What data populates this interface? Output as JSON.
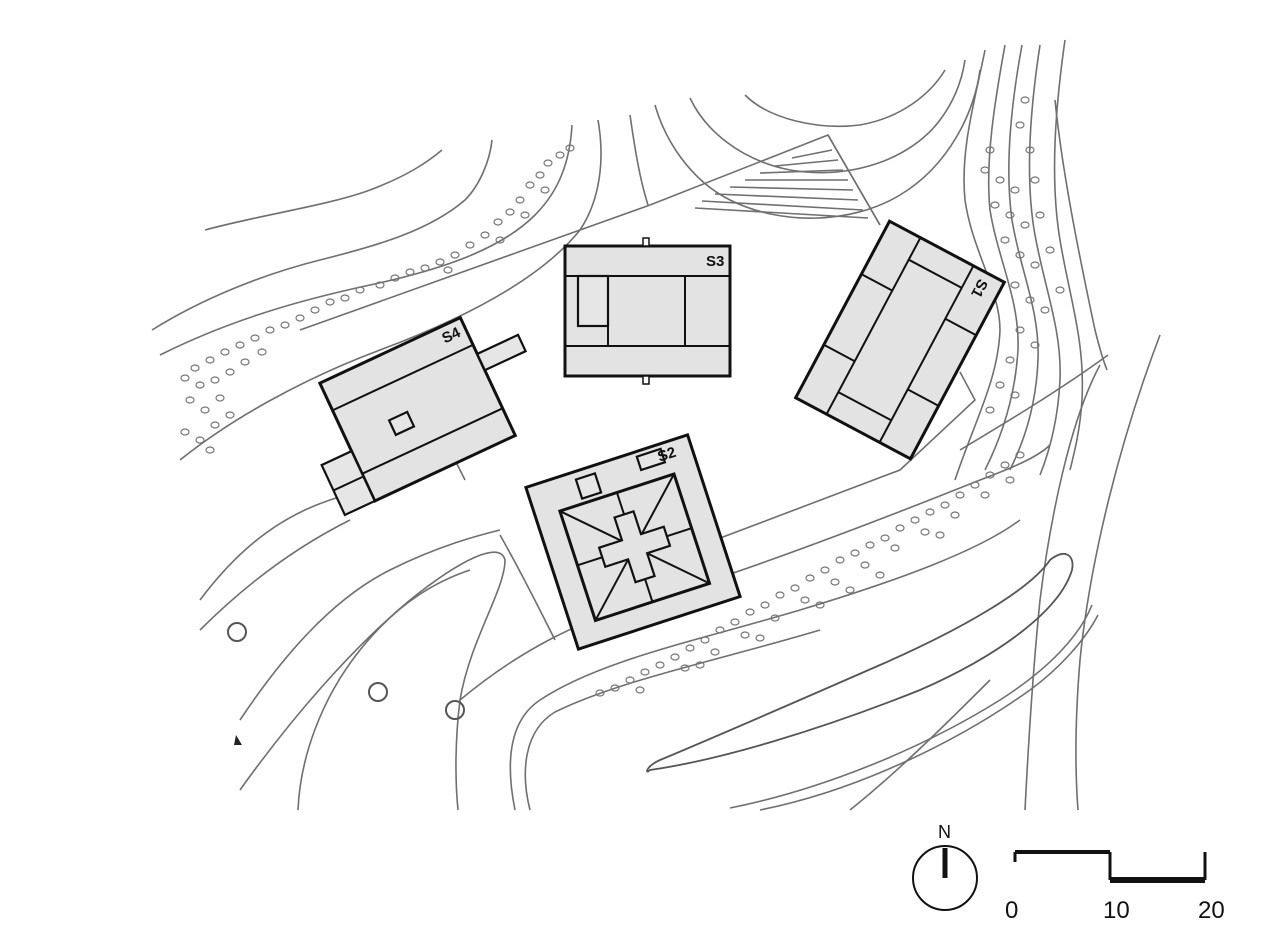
{
  "buildings": [
    {
      "id": "b1",
      "label": "S1"
    },
    {
      "id": "b2",
      "label": "S2"
    },
    {
      "id": "b3",
      "label": "S3"
    },
    {
      "id": "b4",
      "label": "S4"
    }
  ],
  "north_arrow": {
    "label": "N"
  },
  "scale_bar": {
    "ticks": [
      "0",
      "10",
      "20"
    ]
  }
}
